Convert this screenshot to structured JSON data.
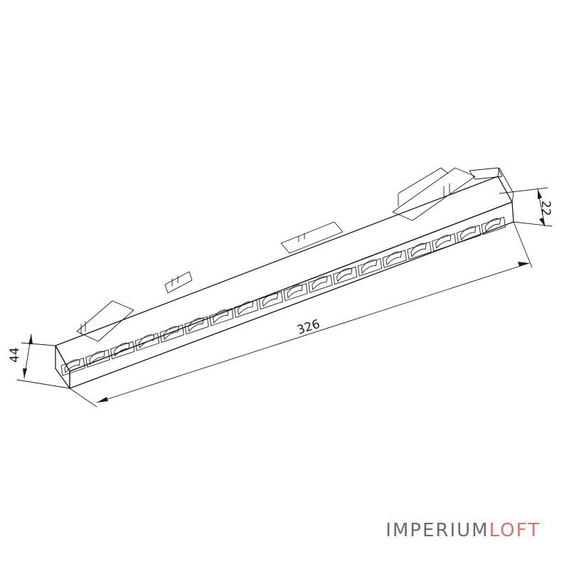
{
  "dimensions": {
    "length": "326",
    "height": "44",
    "width": "22"
  },
  "lens_count": 18,
  "brand": {
    "part1": "IMPERIUM",
    "part2": "LOFT",
    "color1": "#6b6b6b",
    "color2": "#e06f6f"
  }
}
